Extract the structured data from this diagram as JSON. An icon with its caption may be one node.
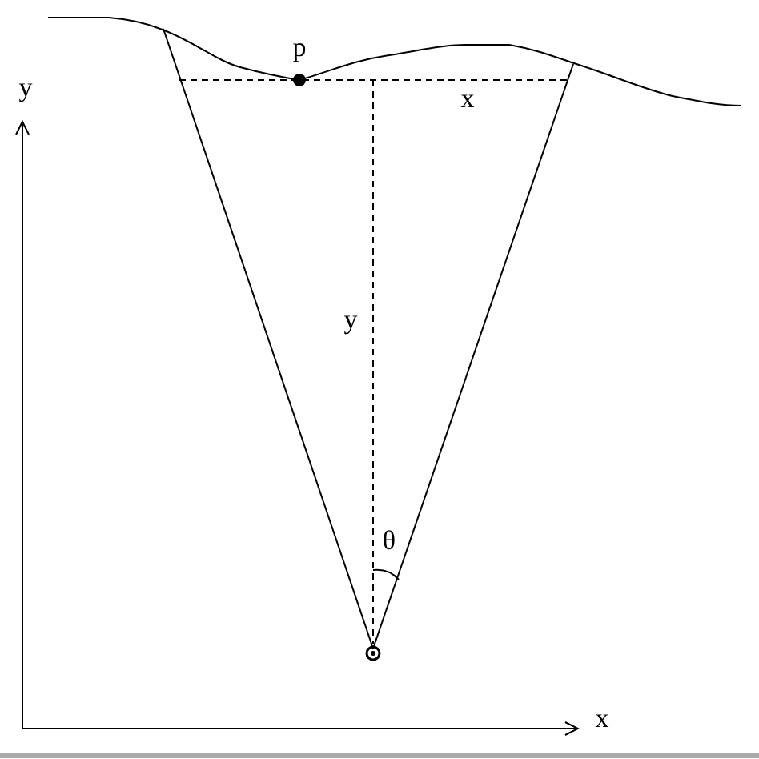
{
  "diagram": {
    "labels": [
      "p",
      "y",
      "x",
      "y",
      "θ",
      "x"
    ]
  }
}
